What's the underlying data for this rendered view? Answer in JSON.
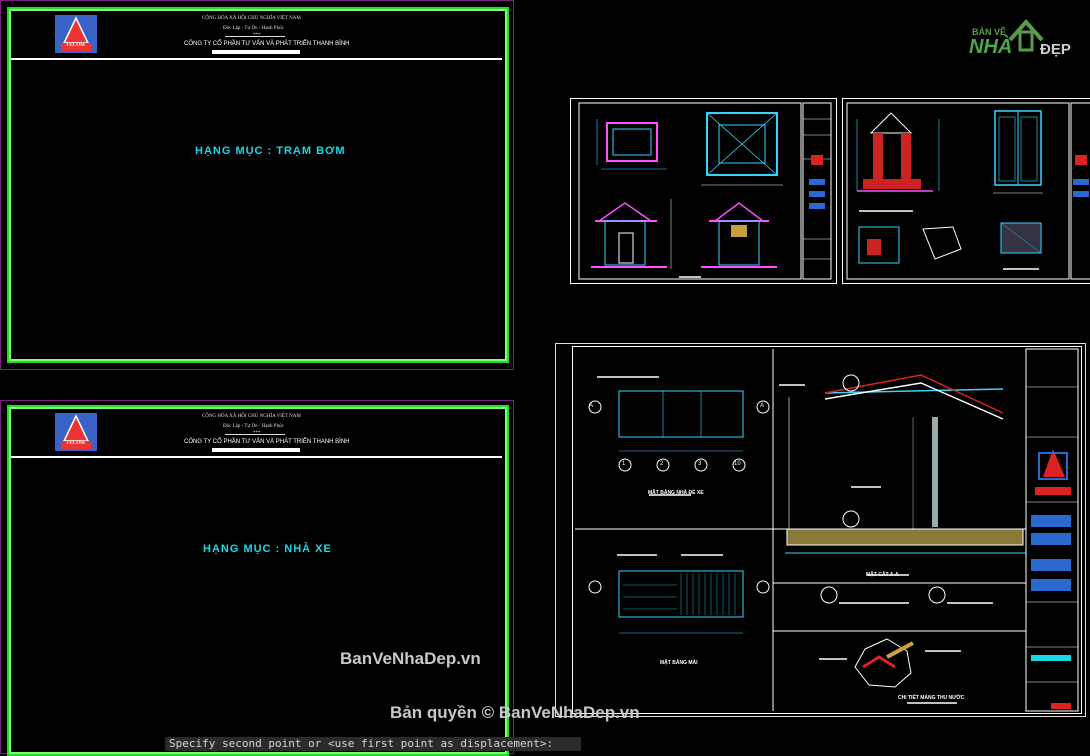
{
  "sheets": [
    {
      "logo_text": "TECOM",
      "header_line1": "CỘNG HÒA XÃ HỘI CHỦ NGHĨA VIỆT NAM",
      "header_line2": "Độc Lập - Tự Do - Hạnh Phúc",
      "header_line3": "***",
      "company": "CÔNG TY CỔ PHẦN TƯ VẤN VÀ PHÁT TRIỂN THANH BÌNH",
      "title": "HẠNG MỤC : TRẠM BƠM"
    },
    {
      "logo_text": "TECOM",
      "header_line1": "CỘNG HÒA XÃ HỘI CHỦ NGHĨA VIỆT NAM",
      "header_line2": "Độc Lập - Tự Do - Hạnh Phúc",
      "header_line3": "***",
      "company": "CÔNG TY CỔ PHẦN TƯ VẤN VÀ PHÁT TRIỂN THANH BÌNH",
      "title": "HẠNG MỤC : NHÀ XE"
    }
  ],
  "brand_logo": {
    "line1": "BẢN VẼ",
    "line2": "NHÀ",
    "line3": "ĐẸP"
  },
  "plan_labels": {
    "mat_bang_nha_de_xe": "MẶT BẰNG NHÀ ĐỂ XE",
    "mat_cat": "MẶT CẮT A-A",
    "mat_bang_mai": "MẶT BẰNG MÁI",
    "chi_tiet": "CHI TIẾT MÁNG THU NƯỚC",
    "axis_a": "A",
    "axes_numbers": [
      "1",
      "2",
      "3",
      "10"
    ]
  },
  "watermarks": {
    "site": "BanVeNhaDep.vn",
    "copyright": "Bản quyền © BanVeNhaDep.vn"
  },
  "command_line": "Specify second point or <use first point as displacement>:",
  "colors": {
    "background": "#000000",
    "frame_green": "#22dd22",
    "title_cyan": "#19d9e6",
    "sheet_border": "#7a1f7a",
    "command_bg": "#2b2b2b"
  }
}
